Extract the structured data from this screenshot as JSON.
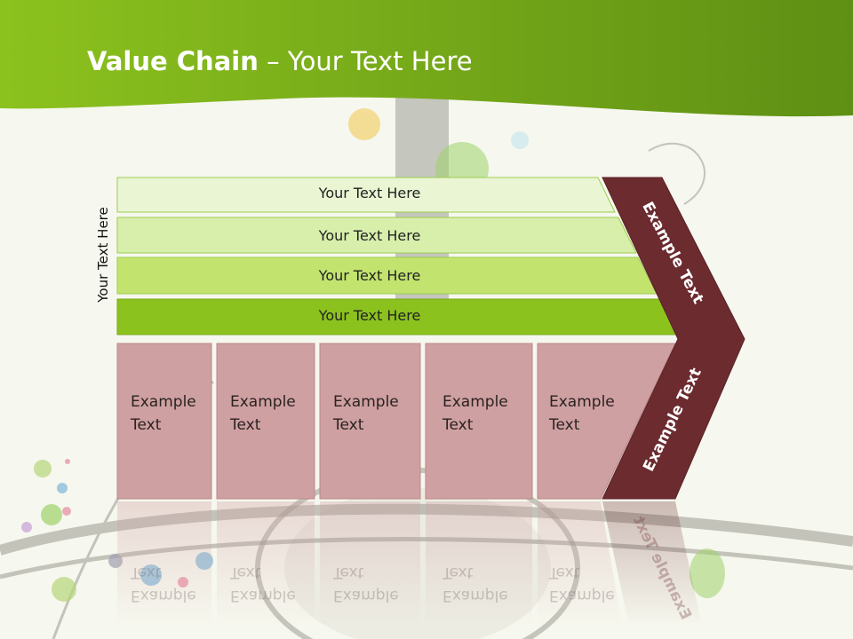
{
  "title": {
    "bold": "Value Chain",
    "rest": " – Your Text Here"
  },
  "side_label": "Your Text Here",
  "stripes": [
    {
      "label": "Your Text Here",
      "color": "#eaf5d3"
    },
    {
      "label": "Your Text Here",
      "color": "#d7efab"
    },
    {
      "label": "Your Text Here",
      "color": "#c2e46f"
    },
    {
      "label": "Your Text Here",
      "color": "#8cc21e"
    }
  ],
  "activities": [
    {
      "line1": "Example",
      "line2": "Text"
    },
    {
      "line1": "Example",
      "line2": "Text"
    },
    {
      "line1": "Example",
      "line2": "Text"
    },
    {
      "line1": "Example",
      "line2": "Text"
    },
    {
      "line1": "Example",
      "line2": "Text"
    }
  ],
  "arrow": {
    "upper": "Example Text",
    "lower": "Example Text",
    "color": "#6b2b2f"
  },
  "colors": {
    "header_green": "#8cc21e",
    "box_pink": "#cfa0a1",
    "box_border": "#b88889"
  }
}
